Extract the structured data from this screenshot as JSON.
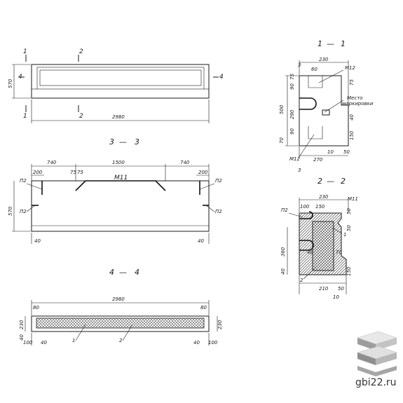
{
  "drawing": {
    "plan": {
      "cut_1": "1",
      "cut_2": "2",
      "cut_4": "4",
      "height": "570",
      "length": "2980"
    },
    "section_3_3": {
      "title_left": "3",
      "title_dash": "—",
      "title_right": "3",
      "dims_top": [
        "740",
        "1500",
        "740"
      ],
      "dim_200": "200",
      "dim_75": "75",
      "loop_m11": "М11",
      "loop_p2": "П2",
      "height": "570",
      "end_40": "40"
    },
    "section_4_4": {
      "title_left": "4",
      "title_dash": "—",
      "title_right": "4",
      "length": "2980",
      "end_80": "80",
      "height_230": "230",
      "dim_40": "40",
      "dim_100": "100",
      "callout_1": "1",
      "callout_2": "2"
    },
    "section_1_1": {
      "title_left": "1",
      "title_dash": "—",
      "title_right": "1",
      "width_230": "230",
      "dim_60": "60",
      "dim_3": "3",
      "embed_m12": "М12",
      "dim_75": "75",
      "dim_90": "90",
      "dim_500": "500",
      "dim_290": "290",
      "dim_70": "70",
      "dim_40": "40",
      "dim_150": "150",
      "dim_10": "10",
      "dim_270": "270",
      "dim_50": "50",
      "marking_line1": "Место",
      "marking_line2": "маркировки",
      "cut_3": "3"
    },
    "section_2_2": {
      "title_left": "2",
      "title_dash": "—",
      "title_right": "2",
      "width_230": "230",
      "loop_m11": "М11",
      "loop_p2": "П2",
      "dim_100": "100",
      "dim_150": "150",
      "dim_50": "50",
      "dim_360": "360",
      "dim_40": "40",
      "dim_70": "70",
      "dim_150v": "150",
      "dim_210": "210",
      "dim_10": "10",
      "callout_1": "1",
      "callout_2": "2"
    }
  },
  "watermark": {
    "text": "gbi22.ru",
    "logo": "stacked-slabs-logo"
  }
}
